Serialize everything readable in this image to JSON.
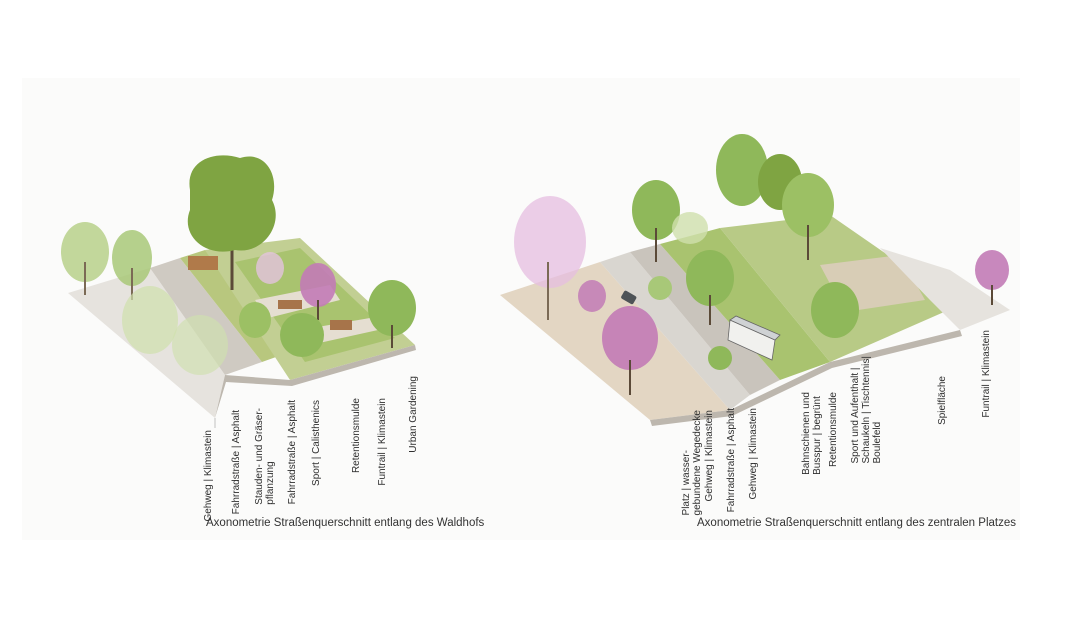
{
  "left": {
    "caption": "Axonometrie  Straßenquerschnitt entlang des Waldhofs",
    "labels": [
      "Gehweg | Klimastein",
      "Fahrradstraße | Asphalt",
      "Stauden- und Gräser-\npflanzung",
      "Fahrradstraße | Asphalt",
      "Sport | Calisthenics",
      "Retentionsmulde",
      "Funtrail | Klimastein",
      "Urban Gardening"
    ]
  },
  "right": {
    "caption": "Axonometrie Straßenquerschnitt entlang des zentralen Platzes",
    "labels": [
      "Platz | wasser-\ngebundene Wegedecke",
      "Gehweg | Klimastein",
      "Fahrradstraße | Asphalt",
      "Gehweg | Klimastein",
      "Bahnschienen und\nBusspur | begrünt",
      "Retentionsmulde",
      "Sport und Aufenthalt |\nSchaukeln | Tischtennis|\nBoulefeld",
      "Spielfläche",
      "Funtrail | Klimastein"
    ]
  },
  "colors": {
    "tree_green": "#8fb85a",
    "tree_pink": "#c27bb6",
    "ground_beige": "#e3d6c3",
    "ground_grey": "#d9d6d0",
    "lawn": "#a9c36f"
  }
}
